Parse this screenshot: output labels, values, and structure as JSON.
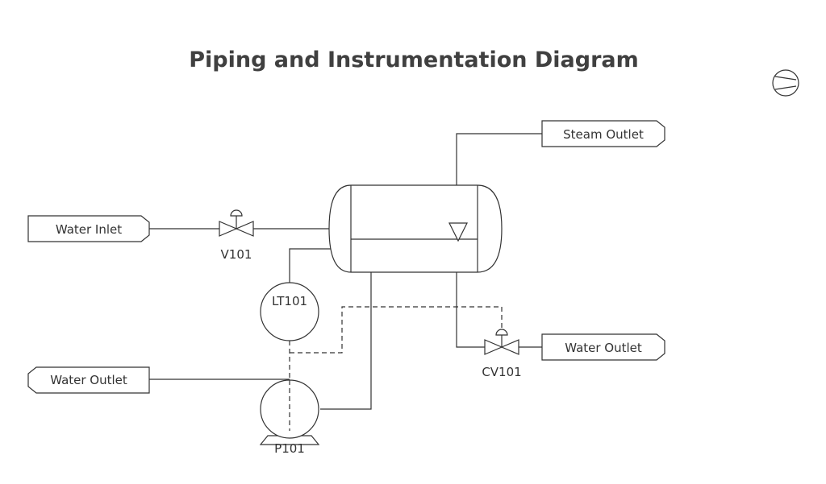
{
  "title": "Piping and Instrumentation Diagram",
  "connectors": {
    "water_inlet": "Water Inlet",
    "steam_outlet": "Steam Outlet",
    "water_outlet_right": "Water Outlet",
    "water_outlet_left": "Water Outlet"
  },
  "equipment": {
    "valve_v101": "V101",
    "level_transmitter": "LT101",
    "control_valve": "CV101",
    "pump": "P101"
  },
  "icons": {
    "top_right": "pump-symbol-icon",
    "valve": "gate-valve-icon",
    "control_valve": "control-valve-icon",
    "level_marker": "level-indicator-icon"
  },
  "colors": {
    "line": "#333333",
    "title": "#404040",
    "background": "#ffffff"
  }
}
